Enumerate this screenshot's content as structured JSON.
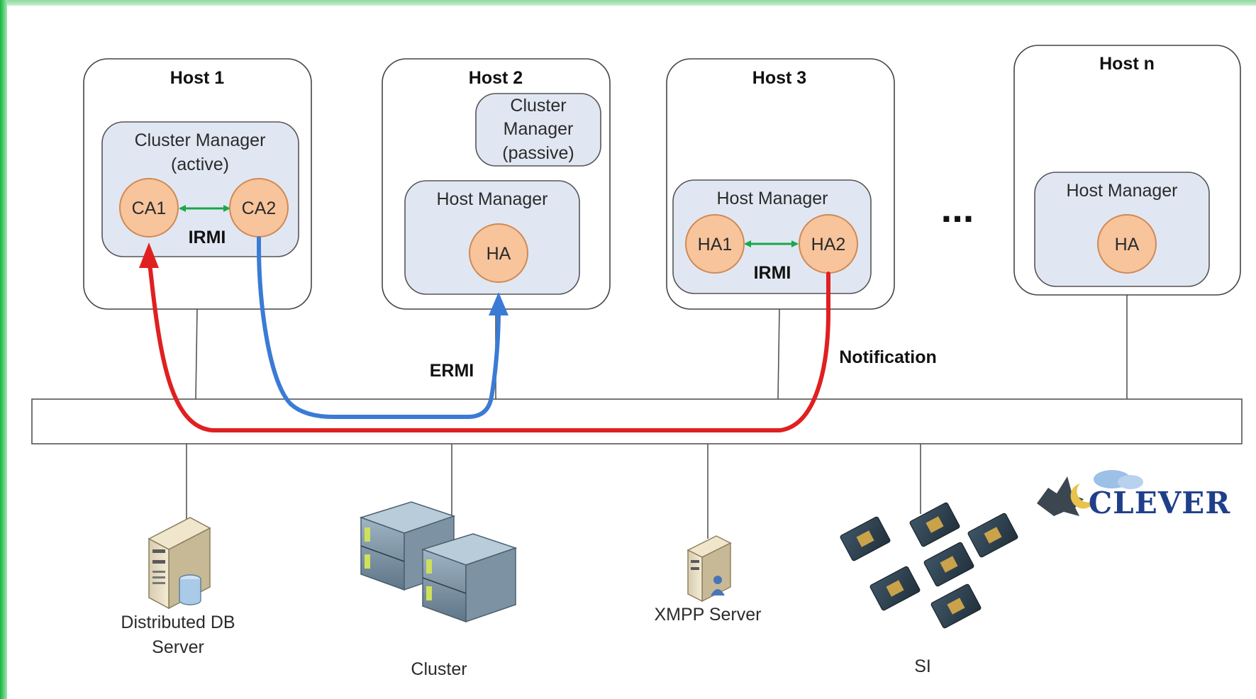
{
  "colors": {
    "frame_green": "#22b54a",
    "inner_box_fill": "#e1e7f2",
    "node_fill": "#f8c49c",
    "node_stroke": "#d08a55",
    "irmi_arrow": "#1aa84a",
    "notification_red": "#e02020",
    "ermi_blue": "#3a7bd5",
    "logo_blue": "#1f3f8a"
  },
  "hosts": [
    {
      "title": "Host 1"
    },
    {
      "title": "Host 2"
    },
    {
      "title": "Host 3"
    },
    {
      "title": "Host n"
    }
  ],
  "host1": {
    "cluster_manager": [
      "Cluster Manager",
      "(active)"
    ],
    "node_a": "CA1",
    "node_b": "CA2",
    "link_label": "IRMI"
  },
  "host2": {
    "cluster_manager": [
      "Cluster",
      "Manager",
      "(passive)"
    ],
    "host_manager": "Host Manager",
    "node": "HA"
  },
  "host3": {
    "host_manager": "Host Manager",
    "node_a": "HA1",
    "node_b": "HA2",
    "link_label": "IRMI"
  },
  "hostn": {
    "host_manager": "Host Manager",
    "node": "HA"
  },
  "ellipsis": "...",
  "flows": {
    "ermi_label": "ERMI",
    "notification_label": "Notification"
  },
  "components": {
    "db_server": [
      "Distributed DB",
      "Server"
    ],
    "cluster": "Cluster",
    "xmpp_server": "XMPP Server",
    "si": "SI"
  },
  "logo": {
    "text": "CLEVER",
    "icon": "wolf-icon"
  }
}
